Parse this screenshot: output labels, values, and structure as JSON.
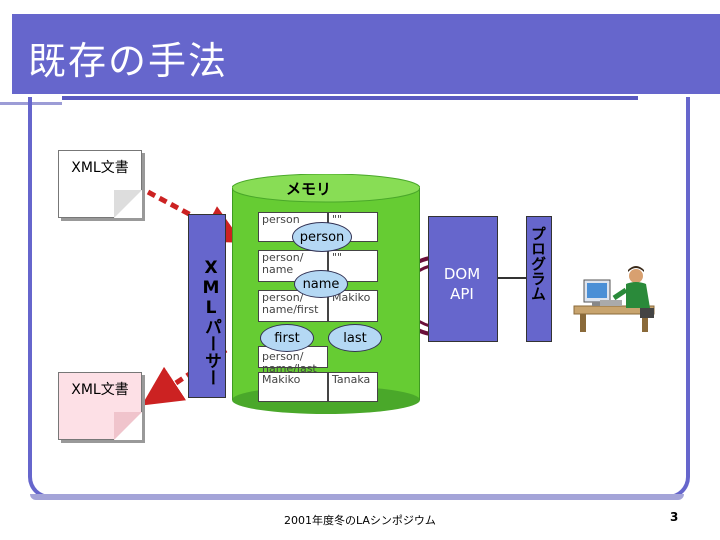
{
  "slide": {
    "title": "既存の手法",
    "footer": "2001年度冬のLAシンポジウム",
    "page_number": "3"
  },
  "docs": {
    "input_label": "XML文書",
    "output_label": "XML文書"
  },
  "parser": {
    "label": "XMLパーサー"
  },
  "memory": {
    "label": "メモリ",
    "rows": [
      {
        "left": "person",
        "right": "\"\""
      },
      {
        "left": "person/ name",
        "right": "\"\""
      },
      {
        "left": "person/ name/first",
        "right": "Makiko"
      },
      {
        "left": "person/ name/last",
        "right": ""
      },
      {
        "left": "Makiko",
        "right": "Tanaka"
      }
    ],
    "nodes": {
      "root": "person",
      "child": "name",
      "leaf_first": "first",
      "leaf_last": "last"
    }
  },
  "dom_api": {
    "line1": "DOM",
    "line2": "API"
  },
  "program": {
    "label": "プログラム"
  },
  "colors": {
    "accent": "#6666cc",
    "memory_green": "#66cc33",
    "arrow_red": "#cc2222",
    "oval_fill": "#b4d8f4"
  }
}
